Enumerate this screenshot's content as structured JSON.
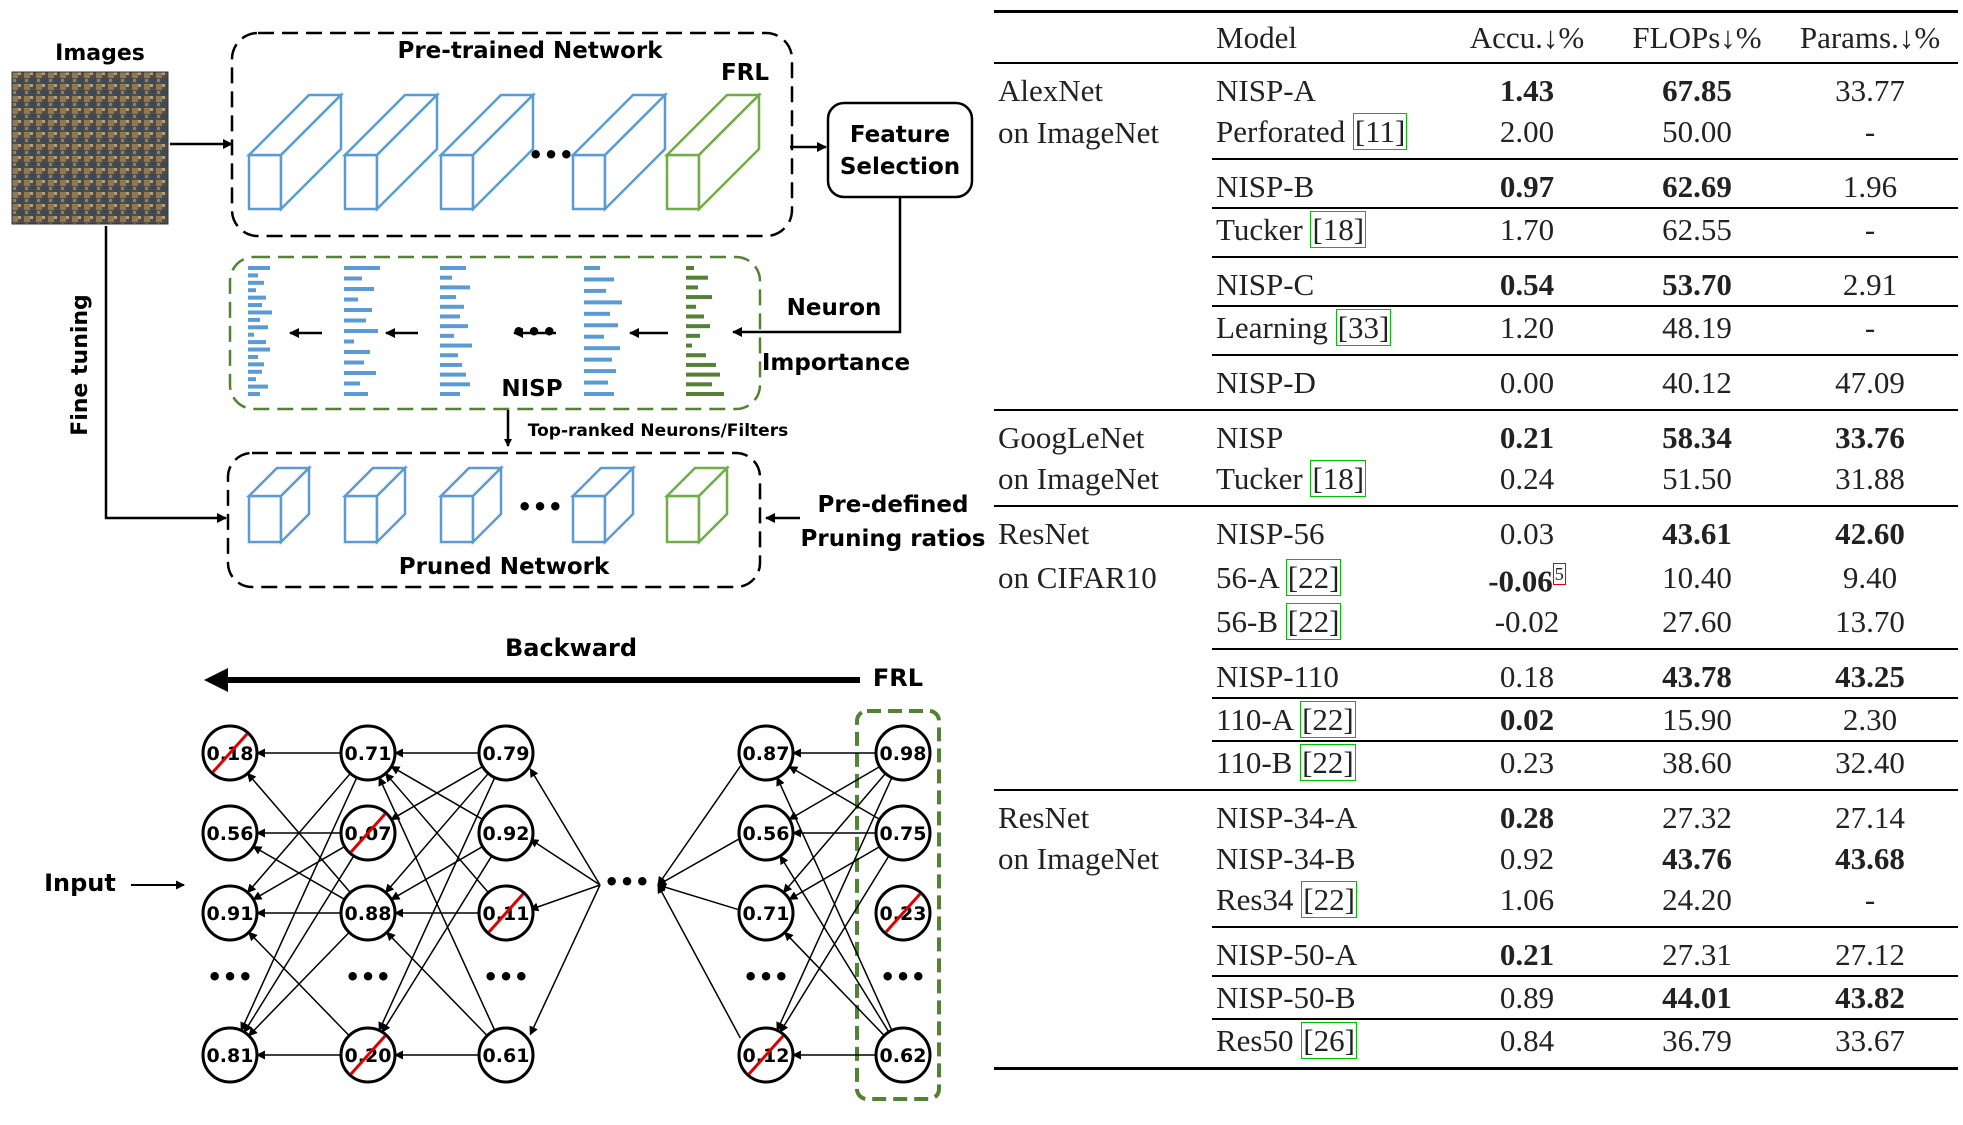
{
  "pipeline": {
    "images_label": "Images",
    "pretrained_label": "Pre-trained Network",
    "frl_label": "FRL",
    "feature_selection": [
      "Feature",
      "Selection"
    ],
    "neuron_importance": [
      "Neuron",
      "Importance"
    ],
    "fine_tuning": "Fine tuning",
    "nisp_label": "NISP",
    "top_ranked": "Top-ranked Neurons/Filters",
    "predefined": [
      "Pre-defined",
      "Pruning ratios"
    ],
    "pruned_label": "Pruned Network",
    "ellipsis": "•••"
  },
  "backprop": {
    "backward_label": "Backward",
    "frl_label": "FRL",
    "input_label": "Input",
    "ellipsis": "•••",
    "columns": [
      [
        {
          "v": "0.18",
          "pruned": true
        },
        {
          "v": "0.56",
          "pruned": false
        },
        {
          "v": "0.91",
          "pruned": false
        },
        {
          "v": "0.81",
          "pruned": false
        }
      ],
      [
        {
          "v": "0.71",
          "pruned": false
        },
        {
          "v": "0.07",
          "pruned": true
        },
        {
          "v": "0.88",
          "pruned": false
        },
        {
          "v": "0.20",
          "pruned": true
        }
      ],
      [
        {
          "v": "0.79",
          "pruned": false
        },
        {
          "v": "0.92",
          "pruned": false
        },
        {
          "v": "0.11",
          "pruned": true
        },
        {
          "v": "0.61",
          "pruned": false
        }
      ],
      [
        {
          "v": "0.87",
          "pruned": false
        },
        {
          "v": "0.56",
          "pruned": false
        },
        {
          "v": "0.71",
          "pruned": false
        },
        {
          "v": "0.12",
          "pruned": true
        }
      ],
      [
        {
          "v": "0.98",
          "pruned": false
        },
        {
          "v": "0.75",
          "pruned": false
        },
        {
          "v": "0.23",
          "pruned": true
        },
        {
          "v": "0.62",
          "pruned": false
        }
      ]
    ]
  },
  "colors": {
    "blue": "#5b9bd5",
    "green": "#70ad47",
    "dark_green": "#548235",
    "red": "#e00000"
  },
  "table": {
    "headers": {
      "model": "Model",
      "accu": "Accu.↓%",
      "flops": "FLOPs↓%",
      "params": "Params.↓%"
    },
    "groups": [
      {
        "dataset": [
          "AlexNet",
          "on ImageNet"
        ],
        "subgroups": [
          [
            {
              "model": "NISP-A",
              "accu": "1.43",
              "flops": "67.85",
              "params": "33.77",
              "bold": [
                "accu",
                "flops"
              ]
            },
            {
              "model": "Perforated",
              "cite": "[11]",
              "accu": "2.00",
              "flops": "50.00",
              "params": "-"
            }
          ],
          [
            {
              "model": "NISP-B",
              "accu": "0.97",
              "flops": "62.69",
              "params": "1.96",
              "bold": [
                "accu",
                "flops"
              ]
            },
            {
              "model": "Tucker",
              "cite": "[18]",
              "accu": "1.70",
              "flops": "62.55",
              "params": "-"
            }
          ],
          [
            {
              "model": "NISP-C",
              "accu": "0.54",
              "flops": "53.70",
              "params": "2.91",
              "bold": [
                "accu",
                "flops"
              ]
            },
            {
              "model": "Learning",
              "cite": "[33]",
              "accu": "1.20",
              "flops": "48.19",
              "params": "-"
            }
          ],
          [
            {
              "model": "NISP-D",
              "accu": "0.00",
              "flops": "40.12",
              "params": "47.09"
            }
          ]
        ]
      },
      {
        "dataset": [
          "GoogLeNet",
          "on ImageNet"
        ],
        "subgroups": [
          [
            {
              "model": "NISP",
              "accu": "0.21",
              "flops": "58.34",
              "params": "33.76",
              "bold": [
                "accu",
                "flops",
                "params"
              ]
            },
            {
              "model": "Tucker",
              "cite": "[18]",
              "accu": "0.24",
              "flops": "51.50",
              "params": "31.88"
            }
          ]
        ]
      },
      {
        "dataset": [
          "ResNet",
          "on CIFAR10"
        ],
        "subgroups": [
          [
            {
              "model": "NISP-56",
              "accu": "0.03",
              "flops": "43.61",
              "params": "42.60",
              "bold": [
                "flops",
                "params"
              ]
            },
            {
              "model": "56-A",
              "cite": "[22]",
              "accu": "-0.06",
              "sup": "5",
              "flops": "10.40",
              "params": "9.40",
              "bold": [
                "accu"
              ]
            },
            {
              "model": "56-B",
              "cite": "[22]",
              "accu": "-0.02",
              "flops": "27.60",
              "params": "13.70"
            }
          ],
          [
            {
              "model": "NISP-110",
              "accu": "0.18",
              "flops": "43.78",
              "params": "43.25",
              "bold": [
                "flops",
                "params"
              ]
            },
            {
              "model": "110-A",
              "cite": "[22]",
              "accu": "0.02",
              "flops": "15.90",
              "params": "2.30",
              "bold": [
                "accu"
              ]
            },
            {
              "model": "110-B",
              "cite": "[22]",
              "accu": "0.23",
              "flops": "38.60",
              "params": "32.40"
            }
          ]
        ]
      },
      {
        "dataset": [
          "ResNet",
          "on ImageNet"
        ],
        "subgroups": [
          [
            {
              "model": "NISP-34-A",
              "accu": "0.28",
              "flops": "27.32",
              "params": "27.14",
              "bold": [
                "accu"
              ]
            },
            {
              "model": "NISP-34-B",
              "accu": "0.92",
              "flops": "43.76",
              "params": "43.68",
              "bold": [
                "flops",
                "params"
              ]
            },
            {
              "model": "Res34",
              "cite": "[22]",
              "accu": "1.06",
              "flops": "24.20",
              "params": "-"
            }
          ],
          [
            {
              "model": "NISP-50-A",
              "accu": "0.21",
              "flops": "27.31",
              "params": "27.12",
              "bold": [
                "accu"
              ]
            },
            {
              "model": "NISP-50-B",
              "accu": "0.89",
              "flops": "44.01",
              "params": "43.82",
              "bold": [
                "flops",
                "params"
              ]
            },
            {
              "model": "Res50",
              "cite": "[26]",
              "accu": "0.84",
              "flops": "36.79",
              "params": "33.67"
            }
          ]
        ]
      }
    ]
  }
}
